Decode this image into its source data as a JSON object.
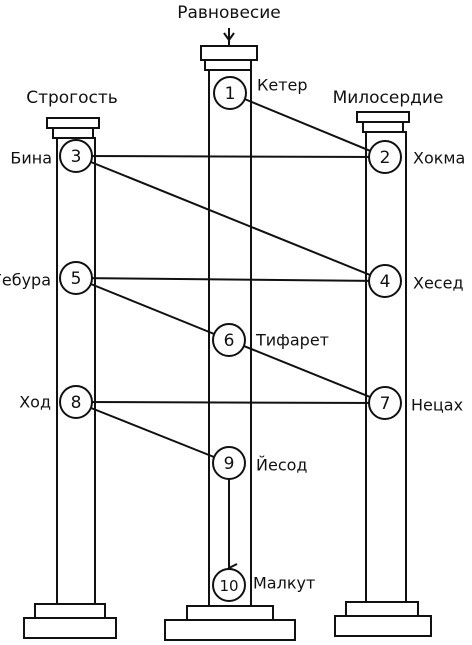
{
  "title": "Равновесие",
  "pillars": {
    "left": "Строгость",
    "center": "Равновесие",
    "right": "Милосердие"
  },
  "sephirot": [
    {
      "num": "1",
      "name": "Кетер"
    },
    {
      "num": "2",
      "name": "Хокма"
    },
    {
      "num": "3",
      "name": "Бина"
    },
    {
      "num": "4",
      "name": "Хесед"
    },
    {
      "num": "5",
      "name": "Гебура"
    },
    {
      "num": "6",
      "name": "Тифарет"
    },
    {
      "num": "7",
      "name": "Нецах"
    },
    {
      "num": "8",
      "name": "Ход"
    },
    {
      "num": "9",
      "name": "Йесод"
    },
    {
      "num": "10",
      "name": "Малкут"
    }
  ],
  "connections": [
    [
      "1",
      "2"
    ],
    [
      "3",
      "2"
    ],
    [
      "3",
      "4"
    ],
    [
      "5",
      "4"
    ],
    [
      "5",
      "6"
    ],
    [
      "6",
      "7"
    ],
    [
      "8",
      "7"
    ],
    [
      "8",
      "9"
    ],
    [
      "9",
      "10"
    ]
  ],
  "colors": {
    "ink": "#111111",
    "background": "#ffffff"
  }
}
